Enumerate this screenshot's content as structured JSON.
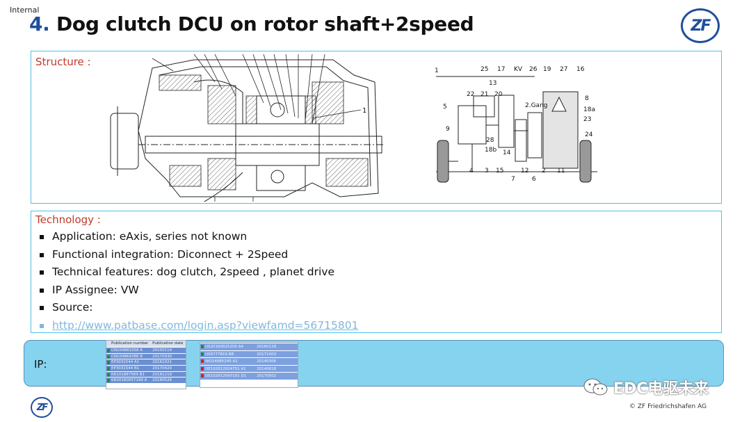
{
  "classification": "Internal",
  "title": {
    "number": "4.",
    "text": "Dog clutch  DCU on rotor shaft+2speed"
  },
  "structure": {
    "label": "Structure :",
    "left_drawing": {
      "callouts": [
        "1"
      ]
    },
    "right_drawing": {
      "labels": [
        "1",
        "25",
        "17",
        "KV",
        "26",
        "19",
        "27",
        "16",
        "13",
        "22",
        "21",
        "20",
        "8",
        "5",
        "2.Gang",
        "18a",
        "23",
        "9",
        "28",
        "24",
        "18b",
        "14",
        "4",
        "3",
        "15",
        "12",
        "2",
        "11",
        "7",
        "6"
      ]
    }
  },
  "technology": {
    "label": "Technology :",
    "items": [
      "Application: eAxis, series not known",
      "Functional integration: Diconnect + 2Speed",
      "Technical features: dog clutch, 2speed , planet drive",
      "IP Assignee: VW",
      "Source:"
    ],
    "link": "http://www.patbase.com/login.asp?viewfamd=56715801"
  },
  "ip": {
    "label": "IP:",
    "table_left": {
      "headers": [
        "Publication number",
        "Publication date"
      ],
      "rows": [
        {
          "number": "CN104881058 A",
          "date": "20150114",
          "status": "green"
        },
        {
          "number": "CN104864386 B",
          "date": "20170930",
          "status": "green"
        },
        {
          "number": "EP3031544 A1",
          "date": "20161021",
          "status": "green"
        },
        {
          "number": "EP3031544 B1",
          "date": "20170420",
          "status": "green"
        },
        {
          "number": "KR101887569 B1",
          "date": "20181219",
          "status": "green"
        },
        {
          "number": "KR20160057199 A",
          "date": "20160526",
          "status": "green"
        }
      ]
    },
    "table_right": {
      "rows": [
        {
          "number": "US20160025200 A4",
          "date": "20160128",
          "status": "green"
        },
        {
          "number": "US9777816 BB",
          "date": "20171003",
          "status": "green"
        },
        {
          "number": "WO14085245 A1",
          "date": "20140306",
          "status": "red"
        },
        {
          "number": "DE102012024751 A1",
          "date": "20140618",
          "status": "red"
        },
        {
          "number": "DE102012097101 D1",
          "date": "20170502",
          "status": "red"
        }
      ]
    }
  },
  "watermark": "EDC电驱未来",
  "copyright": "© ZF Friedrichshafen AG",
  "logo": {
    "text": "ZF"
  },
  "colors": {
    "accent_blue": "#1f4e9c",
    "panel_border": "#4fc0e8",
    "label_red": "#c0392b",
    "ip_panel": "#86d3f0",
    "status_green": "#1e8c3a",
    "status_red": "#c62828"
  }
}
